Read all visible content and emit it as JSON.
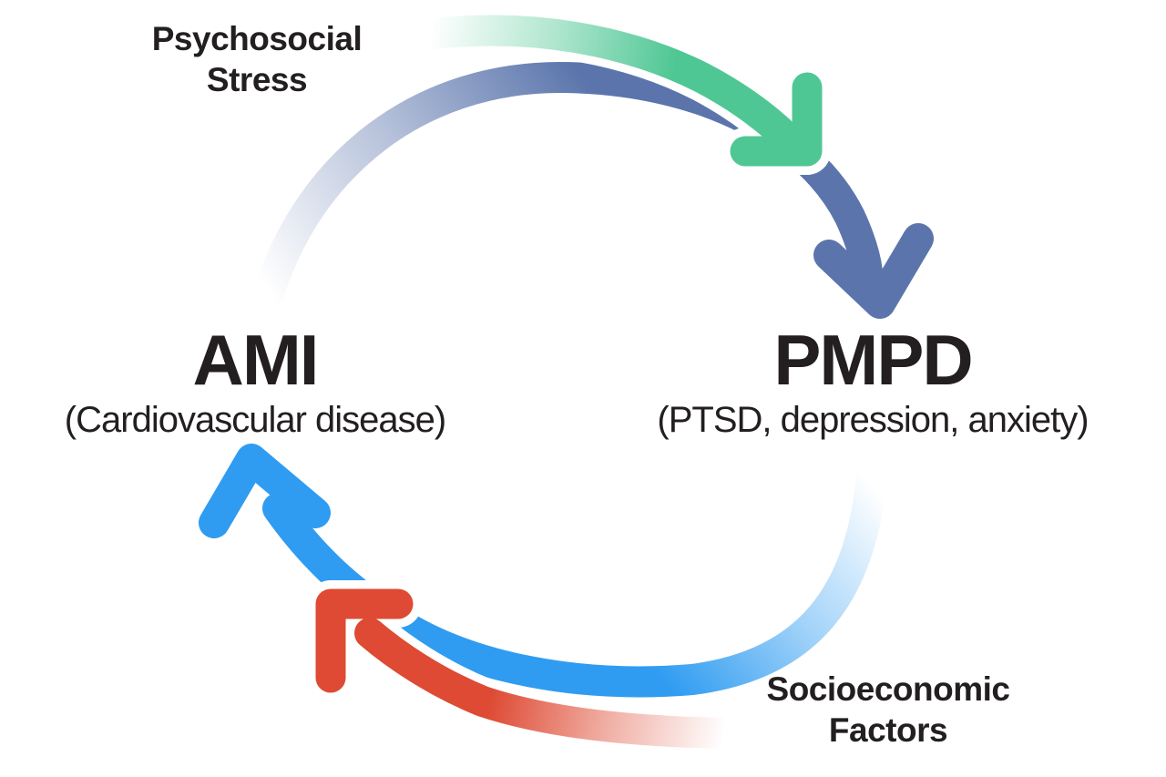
{
  "background": "#ffffff",
  "text_color": "#231F20",
  "nodes": {
    "ami": {
      "abbr": "AMI",
      "full": "(Cardiovascular disease)"
    },
    "pmpd": {
      "abbr": "PMPD",
      "full": "(PTSD, depression, anxiety)"
    }
  },
  "external_factors": {
    "psychosocial_stress": {
      "line1": "Psychosocial",
      "line2": "Stress",
      "arrow_color": "#4FC794",
      "points_to": "PMPD"
    },
    "socioeconomic_factors": {
      "line1": "Socioeconomic",
      "line2": "Factors",
      "arrow_color": "#DE4A33",
      "points_to": "AMI"
    }
  },
  "cycle": {
    "ami_to_pmpd_color": "#5B75AC",
    "pmpd_to_ami_color": "#2F9CF1",
    "halo_color": "#ffffff"
  }
}
